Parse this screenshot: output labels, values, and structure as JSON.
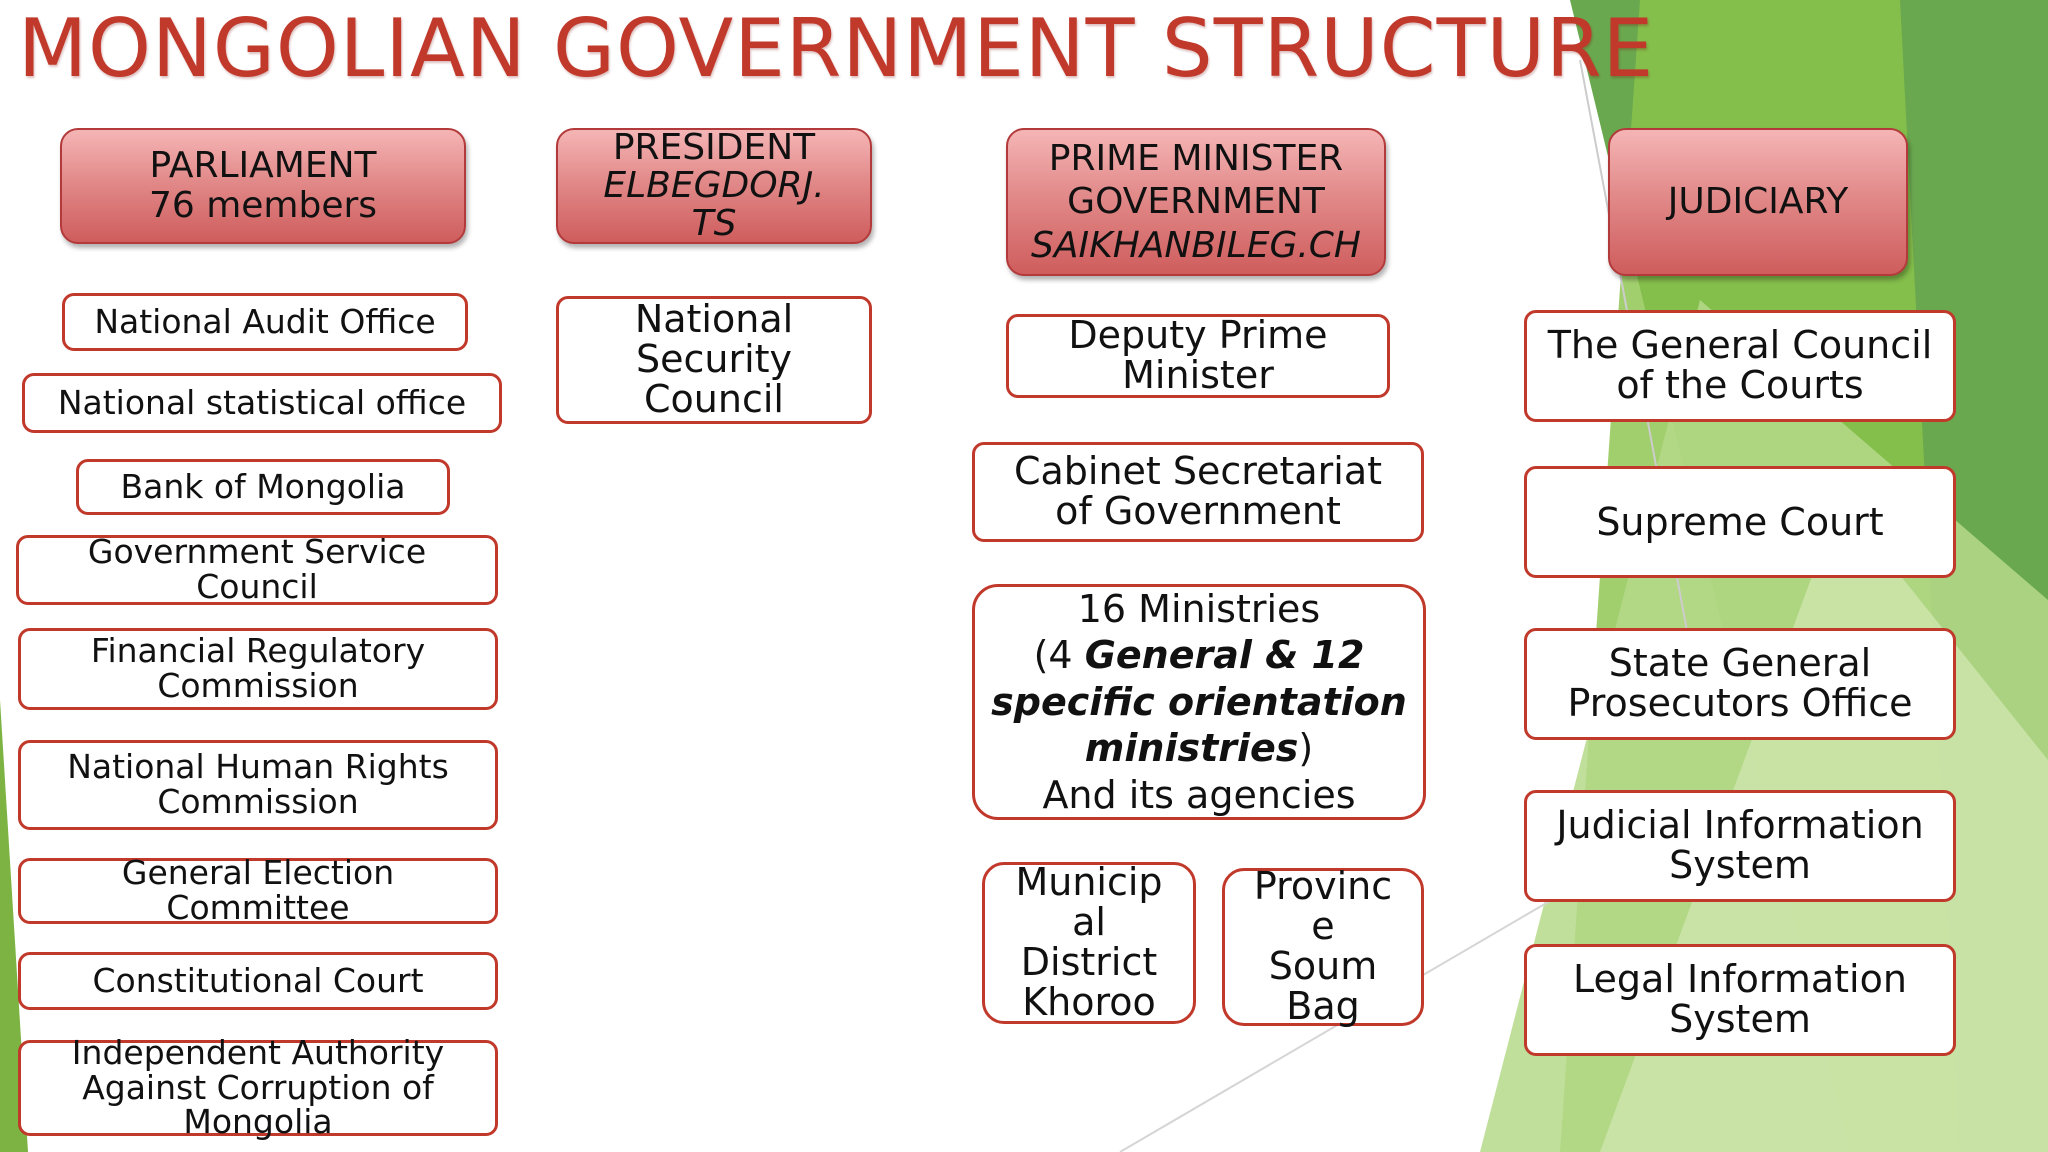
{
  "title": "MONGOLIAN GOVERNMENT STRUCTURE",
  "colors": {
    "title": "#c0392b",
    "border": "#c0392b",
    "header_fill": "#e28a8a",
    "accent_green": "#7cb342"
  },
  "parliament": {
    "header": {
      "line1": "PARLIAMENT",
      "line2": "76 members"
    },
    "items": [
      "National Audit Office",
      "National statistical office",
      "Bank of Mongolia",
      "Government Service\nCouncil",
      "Financial Regulatory\nCommission",
      "National Human Rights\nCommission",
      "General Election\nCommittee",
      "Constitutional Court",
      "Independent Authority\nAgainst Corruption of\nMongolia"
    ]
  },
  "president": {
    "header": {
      "line1": "PRESIDENT",
      "line2": "ELBEGDORJ.",
      "line3": "TS"
    },
    "items": [
      "National\nSecurity\nCouncil"
    ]
  },
  "prime_minister": {
    "header": {
      "line1": "PRIME MINISTER",
      "line2": "GOVERNMENT",
      "line3": "SAIKHANBILEG.CH"
    },
    "deputy": "Deputy Prime\nMinister",
    "cabinet": "Cabinet Secretariat\nof Government",
    "ministries": {
      "line1": "16 Ministries",
      "open": "(4 ",
      "bold1": "General & 12",
      "bold2": "specific orientation",
      "bold3": "ministries",
      "close": ")",
      "line_last": "And its agencies"
    },
    "municipal": "Municip\nal\nDistrict\nKhoroo",
    "province": "Provinc\ne\nSoum\nBag"
  },
  "judiciary": {
    "header": "JUDICIARY",
    "items": [
      "The General Council\nof the Courts",
      "Supreme Court",
      "State General\nProsecutors Office",
      "Judicial Information\nSystem",
      "Legal Information\nSystem"
    ]
  }
}
